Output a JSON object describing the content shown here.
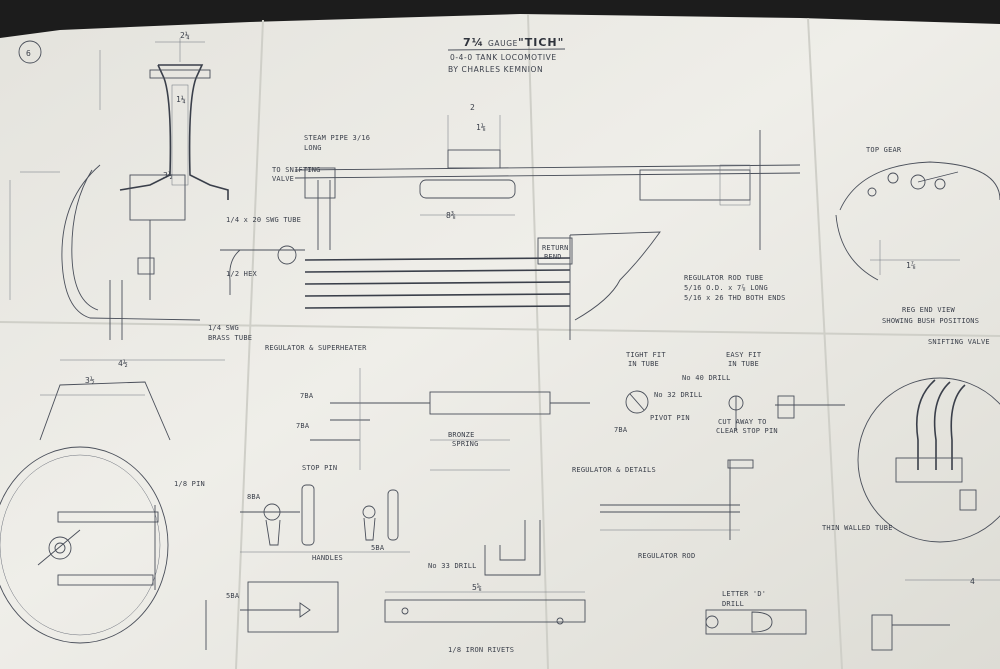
{
  "sheet": {
    "number": "6",
    "title_gauge": "7¼",
    "title_gauge_word": "GAUGE",
    "title_name": "\"TICH\"",
    "subtitle_1": "0-4-0 TANK LOCOMOTIVE",
    "subtitle_2": "BY CHARLES KEMNION"
  },
  "labels": {
    "steam_pipe": "STEAM PIPE 3/16",
    "steam_pipe_2": "LONG",
    "to_snifting": "TO SNIFTING",
    "to_snifting_2": "VALVE",
    "return_bend": "RETURN",
    "return_bend_2": "BEND",
    "regulator_rod_tube": "REGULATOR ROD TUBE",
    "regulator_rod_tube_2": "5/16 O.D. x 7⅞ LONG",
    "regulator_rod_tube_3": "5/16 x 26 THD BOTH ENDS",
    "copper_tube": "1/4 x 20 SWG TUBE",
    "brass_tube": "1/4 SWG",
    "brass_tube_2": "BRASS TUBE",
    "regulator_superheater": "REGULATOR & SUPERHEATER",
    "hex": "1/2 HEX",
    "tight_fit": "TIGHT FIT",
    "tight_fit_2": "IN TUBE",
    "easy_fit": "EASY FIT",
    "easy_fit_2": "IN TUBE",
    "pivot_pin": "PIVOT PIN",
    "cut_away": "CUT AWAY TO",
    "cut_away_2": "CLEAR STOP PIN",
    "stop_pin": "STOP PIN",
    "handles": "HANDLES",
    "regulator_details": "REGULATOR & DETAILS",
    "regulator_rod": "REGULATOR ROD",
    "letter_d": "LETTER 'D'",
    "letter_d_2": "DRILL",
    "iron_rivets": "1/8 IRON RIVETS",
    "thin_walled_tube": "THIN WALLED TUBE",
    "reg_end_view": "REG END VIEW",
    "reg_end_view_2": "SHOWING BUSH POSITIONS",
    "top_gear": "TOP GEAR",
    "bronze_spring": "BRONZE",
    "bronze_spring_2": "SPRING",
    "snifting_valve": "SNIFTING VALVE",
    "drill_no40": "No 40 DRILL",
    "drill_no32": "No 32 DRILL",
    "drill_no33": "No 33 DRILL",
    "pin_1_8": "1/8 PIN",
    "ba5": "5BA",
    "ba7": "7BA",
    "ba8": "8BA"
  },
  "dimensions": {
    "d_2_1_4": "2¼",
    "d_1_1_4": "1¼",
    "d_3_1_2": "3½",
    "d_4_1_2": "4½",
    "d_8_3_8": "8⅜",
    "d_5_5_8": "5⅝",
    "d_2": "2",
    "d_1_1_8": "1⅛",
    "d_4": "4",
    "d_1_7_8": "1⅞"
  },
  "colors": {
    "paper": "#ecebe5",
    "ink": "#3a3f4a",
    "shadow": "#1c1c1c"
  }
}
